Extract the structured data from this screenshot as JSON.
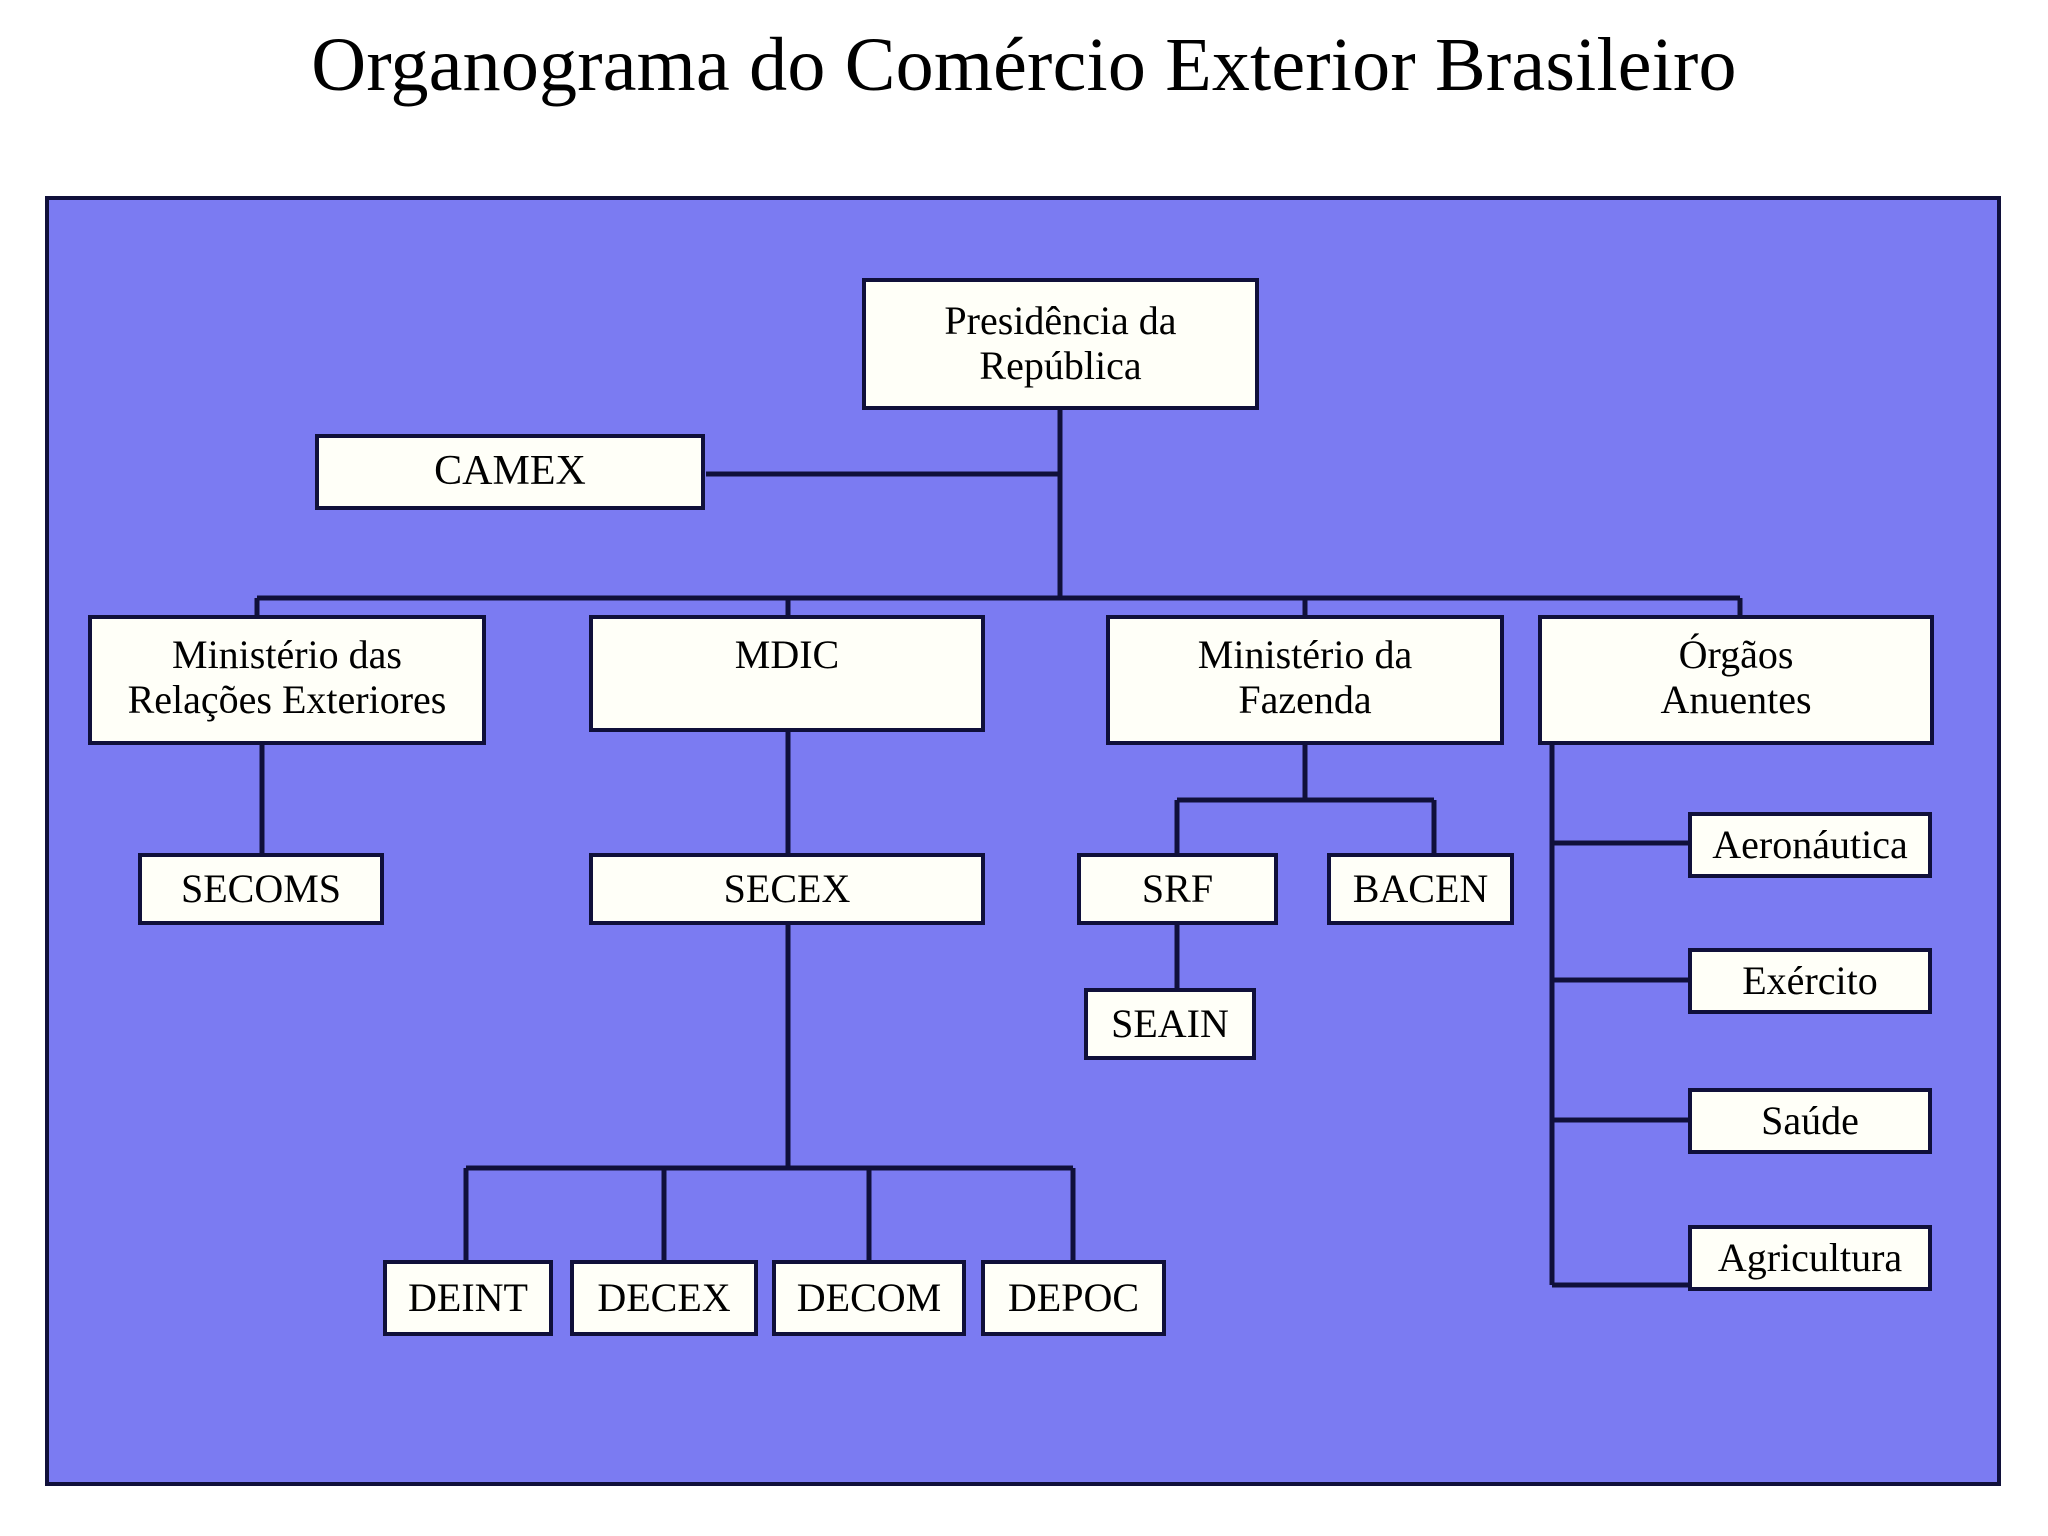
{
  "title": "Organograma do Comércio Exterior Brasileiro",
  "colors": {
    "panel_background": "#7b7bf2",
    "panel_border": "#10103a",
    "node_fill": "#fffff8",
    "node_border": "#10103a",
    "page_background": "#ffffff",
    "text": "#000000"
  },
  "chart_data": {
    "type": "diagram",
    "title": "Organograma do Comércio Exterior Brasileiro",
    "diagram_kind": "organizational-chart",
    "orientation": "top-down",
    "nodes": [
      {
        "id": "presidencia",
        "label": "Presidência da República",
        "lines": [
          "Presidência da",
          "República"
        ],
        "level": 0
      },
      {
        "id": "camex",
        "label": "CAMEX",
        "lines": [
          "CAMEX"
        ],
        "level": 1
      },
      {
        "id": "mre",
        "label": "Ministério das Relações Exteriores",
        "lines": [
          "Ministério das",
          "Relações Exteriores"
        ],
        "level": 2
      },
      {
        "id": "mdic",
        "label": "MDIC",
        "lines": [
          "MDIC"
        ],
        "level": 2
      },
      {
        "id": "fazenda",
        "label": "Ministério da Fazenda",
        "lines": [
          "Ministério da",
          "Fazenda"
        ],
        "level": 2
      },
      {
        "id": "orgaos",
        "label": "Órgãos Anuentes",
        "lines": [
          "Órgãos",
          "Anuentes"
        ],
        "level": 2
      },
      {
        "id": "secoms",
        "label": "SECOMS",
        "lines": [
          "SECOMS"
        ],
        "level": 3
      },
      {
        "id": "secex",
        "label": "SECEX",
        "lines": [
          "SECEX"
        ],
        "level": 3
      },
      {
        "id": "srf",
        "label": "SRF",
        "lines": [
          "SRF"
        ],
        "level": 3
      },
      {
        "id": "bacen",
        "label": "BACEN",
        "lines": [
          "BACEN"
        ],
        "level": 3
      },
      {
        "id": "seain",
        "label": "SEAIN",
        "lines": [
          "SEAIN"
        ],
        "level": 4
      },
      {
        "id": "deint",
        "label": "DEINT",
        "lines": [
          "DEINT"
        ],
        "level": 4
      },
      {
        "id": "decex",
        "label": "DECEX",
        "lines": [
          "DECEX"
        ],
        "level": 4
      },
      {
        "id": "decom",
        "label": "DECOM",
        "lines": [
          "DECOM"
        ],
        "level": 4
      },
      {
        "id": "depoc",
        "label": "DEPOC",
        "lines": [
          "DEPOC"
        ],
        "level": 4
      },
      {
        "id": "aeronautica",
        "label": "Aeronáutica",
        "lines": [
          "Aeronáutica"
        ],
        "level": 3
      },
      {
        "id": "exercito",
        "label": "Exército",
        "lines": [
          "Exército"
        ],
        "level": 3
      },
      {
        "id": "saude",
        "label": "Saúde",
        "lines": [
          "Saúde"
        ],
        "level": 3
      },
      {
        "id": "agricultura",
        "label": "Agricultura",
        "lines": [
          "Agricultura"
        ],
        "level": 3
      }
    ],
    "edges": [
      {
        "from": "presidencia",
        "to": "camex"
      },
      {
        "from": "presidencia",
        "to": "mre"
      },
      {
        "from": "presidencia",
        "to": "mdic"
      },
      {
        "from": "presidencia",
        "to": "fazenda"
      },
      {
        "from": "presidencia",
        "to": "orgaos"
      },
      {
        "from": "mre",
        "to": "secoms"
      },
      {
        "from": "mdic",
        "to": "secex"
      },
      {
        "from": "fazenda",
        "to": "srf"
      },
      {
        "from": "fazenda",
        "to": "bacen"
      },
      {
        "from": "srf",
        "to": "seain"
      },
      {
        "from": "secex",
        "to": "deint"
      },
      {
        "from": "secex",
        "to": "decex"
      },
      {
        "from": "secex",
        "to": "decom"
      },
      {
        "from": "secex",
        "to": "depoc"
      },
      {
        "from": "orgaos",
        "to": "aeronautica"
      },
      {
        "from": "orgaos",
        "to": "exercito"
      },
      {
        "from": "orgaos",
        "to": "saude"
      },
      {
        "from": "orgaos",
        "to": "agricultura"
      }
    ]
  },
  "nodes": {
    "presidencia": {
      "line1": "Presidência da",
      "line2": "República"
    },
    "camex": {
      "line1": "CAMEX"
    },
    "mre": {
      "line1": "Ministério das",
      "line2": "Relações Exteriores"
    },
    "mdic": {
      "line1": "MDIC"
    },
    "fazenda": {
      "line1": "Ministério da",
      "line2": "Fazenda"
    },
    "orgaos": {
      "line1": "Órgãos",
      "line2": "Anuentes"
    },
    "secoms": {
      "line1": "SECOMS"
    },
    "secex": {
      "line1": "SECEX"
    },
    "srf": {
      "line1": "SRF"
    },
    "bacen": {
      "line1": "BACEN"
    },
    "seain": {
      "line1": "SEAIN"
    },
    "deint": {
      "line1": "DEINT"
    },
    "decex": {
      "line1": "DECEX"
    },
    "decom": {
      "line1": "DECOM"
    },
    "depoc": {
      "line1": "DEPOC"
    },
    "aeronautica": {
      "line1": "Aeronáutica"
    },
    "exercito": {
      "line1": "Exército"
    },
    "saude": {
      "line1": "Saúde"
    },
    "agricultura": {
      "line1": "Agricultura"
    }
  }
}
